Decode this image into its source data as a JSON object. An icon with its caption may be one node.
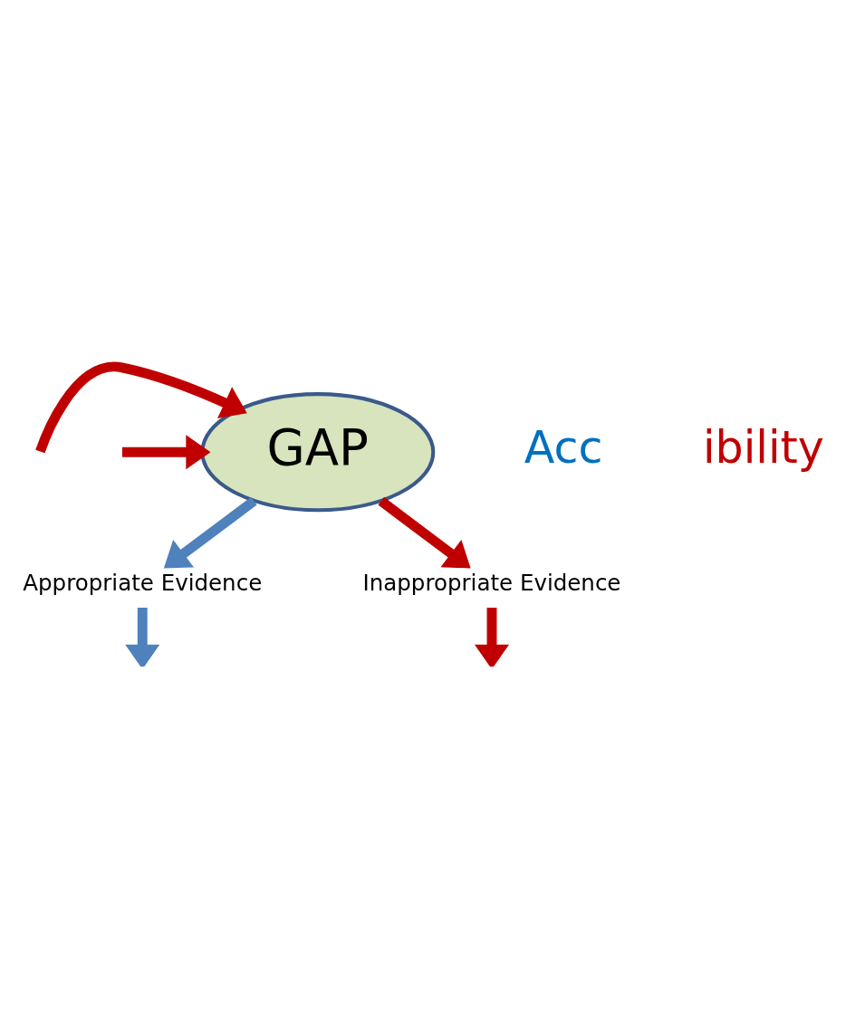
{
  "diagram": {
    "nodes": [
      {
        "text": [
          "GAP"
        ]
      },
      {
        "text": [
          "Appropriate Evidence"
        ]
      },
      {
        "text": [
          "Inappropriate Evidence"
        ]
      }
    ],
    "edges": [
      {
        "from": 0,
        "to": 1,
        "arrow": "to",
        "color": "#4f81bd"
      },
      {
        "from": 1,
        "to": null,
        "arrow": "to",
        "color": "#4f81bd"
      },
      {
        "from": null,
        "to": 0,
        "arrow": "to"
      },
      {
        "from": null,
        "to": 0,
        "arrow": "to"
      },
      {
        "from": 0,
        "to": 2,
        "arrow": "to"
      },
      {
        "from": 2,
        "to": null,
        "arrow": "to"
      }
    ],
    "labels": [
      "Acc",
      "ibility"
    ]
  }
}
